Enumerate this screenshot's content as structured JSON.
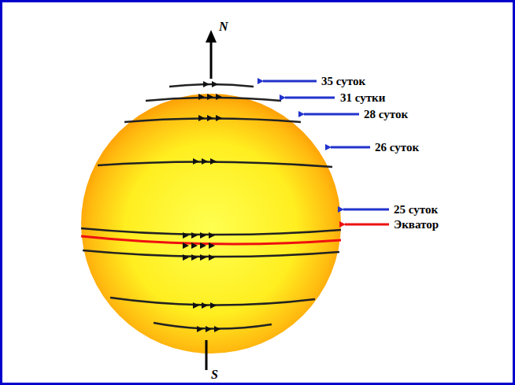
{
  "diagram": {
    "labels": [
      "N",
      "S",
      "35 суток",
      "31 сутки",
      "28 суток",
      "26 суток",
      "25 суток",
      "Экватор"
    ]
  }
}
